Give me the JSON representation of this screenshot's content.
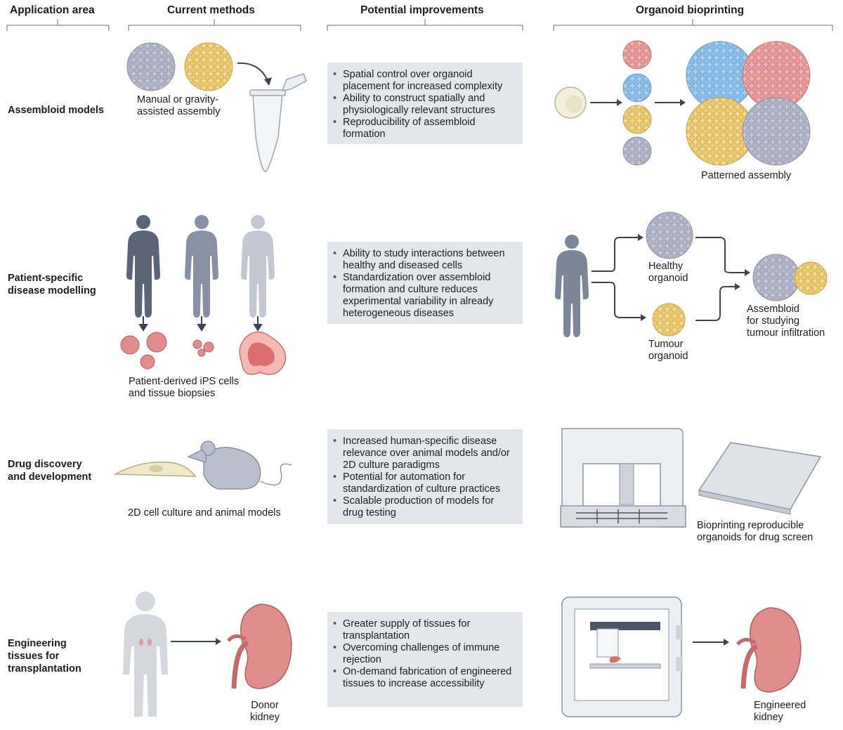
{
  "headers": {
    "application_area": "Application area",
    "current_methods": "Current methods",
    "potential_improvements": "Potential improvements",
    "organoid_bioprinting": "Organoid bioprinting"
  },
  "rows": [
    {
      "label": [
        "Assembloid models"
      ],
      "current_caption": [
        "Manual or gravity-",
        "assisted assembly"
      ],
      "improvements": [
        "Spatial control over organoid placement for increased complexity",
        "Ability to construct spatially and physiologically relevant structures",
        "Reproducibility of assembloid formation"
      ],
      "bioprinting_caption": [
        "Patterned assembly"
      ]
    },
    {
      "label": [
        "Patient-specific",
        "disease modelling"
      ],
      "current_caption": [
        "Patient-derived iPS cells",
        "and tissue biopsies"
      ],
      "improvements": [
        "Ability to study interactions between healthy and diseased cells",
        "Standardization over assembloid formation and culture reduces experimental variability in already heterogeneous diseases"
      ],
      "bioprinting_labels": {
        "healthy": [
          "Healthy",
          "organoid"
        ],
        "tumour": [
          "Tumour",
          "organoid"
        ],
        "assembloid": [
          "Assembloid",
          "for studying",
          "tumour infiltration"
        ]
      }
    },
    {
      "label": [
        "Drug discovery",
        "and development"
      ],
      "current_caption": [
        "2D cell culture and animal models"
      ],
      "improvements": [
        "Increased human-specific disease relevance over animal models and/or 2D culture paradigms",
        "Potential for automation for standardization of culture practices",
        "Scalable production of models for drug testing"
      ],
      "bioprinting_caption": [
        "Bioprinting reproducible",
        "organoids for drug screen"
      ]
    },
    {
      "label": [
        "Engineering",
        "tissues for",
        "transplantation"
      ],
      "current_caption": [
        "Donor",
        "kidney"
      ],
      "improvements": [
        "Greater supply of tissues for transplantation",
        "Overcoming challenges of immune rejection",
        "On-demand fabrication of engineered tissues to increase accessibility"
      ],
      "bioprinting_caption": [
        "Engineered",
        "kidney"
      ]
    }
  ],
  "colors": {
    "organoid_grey": "#bfc3d2",
    "organoid_yellow": "#f1d27f",
    "organoid_red": "#e99a9a",
    "organoid_blue": "#8fbfe8",
    "kidney": "#dc7f7f",
    "human_dark": "#5b6579",
    "human_mid": "#8790a4",
    "human_light": "#c4c8d2",
    "box_bg": "#e3e6ec",
    "arrow": "#3b4356"
  },
  "icons": [
    "organoid-sphere",
    "eppendorf-tube",
    "human-silhouette",
    "cell-cluster",
    "tumour-biopsy",
    "mouse",
    "flat-cell",
    "bioprinter",
    "well-plate",
    "kidney",
    "stem-cell"
  ]
}
